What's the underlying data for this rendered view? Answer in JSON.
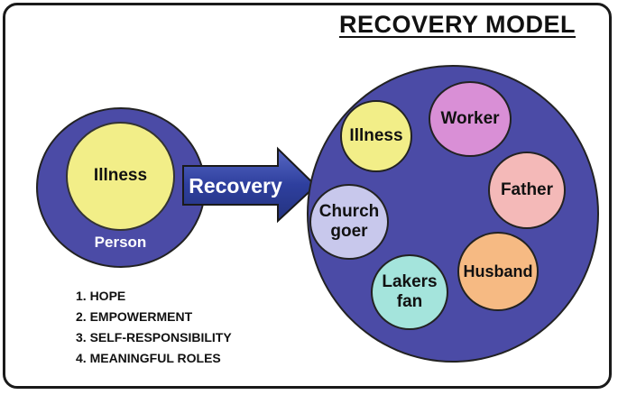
{
  "title": "RECOVERY MODEL",
  "person": {
    "outer_label": "Person",
    "inner_label": "Illness"
  },
  "arrow_label": "Recovery",
  "roles": [
    {
      "label": "Illness"
    },
    {
      "label": "Worker"
    },
    {
      "label": "Father"
    },
    {
      "label": "Church goer"
    },
    {
      "label": "Husband"
    },
    {
      "label": "Lakers fan"
    }
  ],
  "principles": [
    "1. HOPE",
    "2. EMPOWERMENT",
    "3. SELF-RESPONSIBILITY",
    "4. MEANINGFUL ROLES"
  ],
  "colors": {
    "circle_blue": "#4b4ba6",
    "illness_yellow": "#f2ee88",
    "worker_purple": "#d98fd6",
    "father_pink": "#f4b9b8",
    "church_lavender": "#c8c8ec",
    "husband_orange": "#f6ba83",
    "lakers_teal": "#a4e4dc",
    "arrow_blue": "#2e3f9e"
  }
}
